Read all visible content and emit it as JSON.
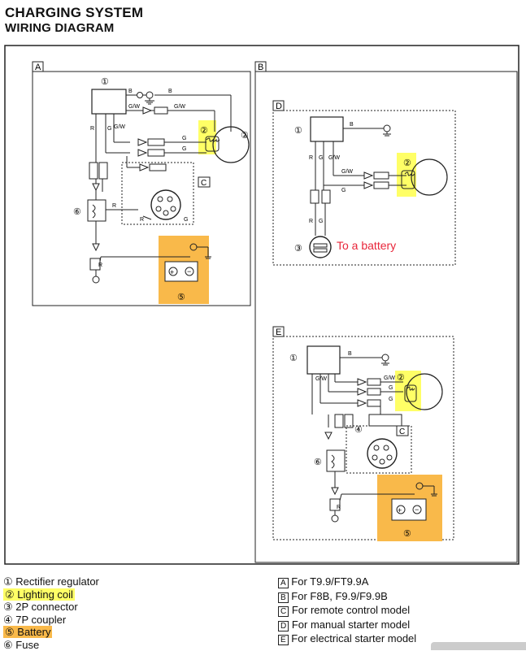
{
  "header": {
    "title": "CHARGING SYSTEM",
    "subtitle": "WIRING DIAGRAM"
  },
  "panels": {
    "A": "A",
    "B": "B",
    "C": "C",
    "D": "D",
    "E": "E"
  },
  "wire_labels": {
    "B": "B",
    "G": "G",
    "GW": "G/W",
    "R": "R"
  },
  "callouts": {
    "n1": "①",
    "n2": "②",
    "n3": "③",
    "n4": "④",
    "n5": "⑤",
    "n6": "⑥"
  },
  "annotation": "To a battery",
  "legend_left": [
    {
      "num": "①",
      "text": "Rectifier regulator"
    },
    {
      "num": "②",
      "text": "Lighting coil"
    },
    {
      "num": "③",
      "text": "2P connector"
    },
    {
      "num": "④",
      "text": "7P coupler"
    },
    {
      "num": "⑤",
      "text": "Battery"
    },
    {
      "num": "⑥",
      "text": "Fuse"
    }
  ],
  "legend_right": [
    {
      "key": "A",
      "text": "For T9.9/FT9.9A"
    },
    {
      "key": "B",
      "text": "For F8B, F9.9/F9.9B"
    },
    {
      "key": "C",
      "text": "For remote control model"
    },
    {
      "key": "D",
      "text": "For manual starter model"
    },
    {
      "key": "E",
      "text": "For electrical starter model"
    }
  ],
  "highlight_colors": {
    "lighting_coil": "#ffff66",
    "battery": "#f9b94a"
  }
}
